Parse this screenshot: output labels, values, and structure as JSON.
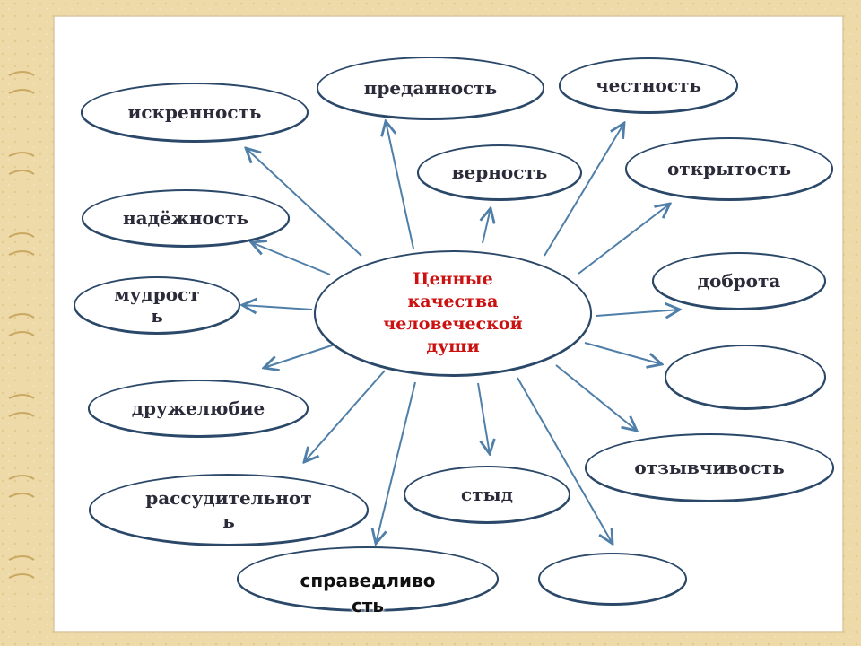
{
  "colors": {
    "line": "#4f7fa8",
    "ellipse_border": "#2b4869",
    "center_text": "#cc1111",
    "node_text": "#2b2b3a",
    "background": "#eed9a8"
  },
  "center": {
    "text": "Ценные\nкачества\nчеловеческой\nдуши"
  },
  "nodes": {
    "iskrennost": "искренность",
    "predannost": "преданность",
    "chestnost": "честность",
    "vernost": "верность",
    "otkrytost": "открытость",
    "nadezhnost": "надёжность",
    "mudrost": "мудрост\nь",
    "dobrota": "доброта",
    "empty_right": "",
    "druzhelyubie": "дружелюбие",
    "otzyvchivost": "отзывчивость",
    "rassuditelnost": "рассудительнот\nь",
    "styd": "стыд",
    "spravedlivost": "справедливо\nсть",
    "empty_bottom": ""
  }
}
